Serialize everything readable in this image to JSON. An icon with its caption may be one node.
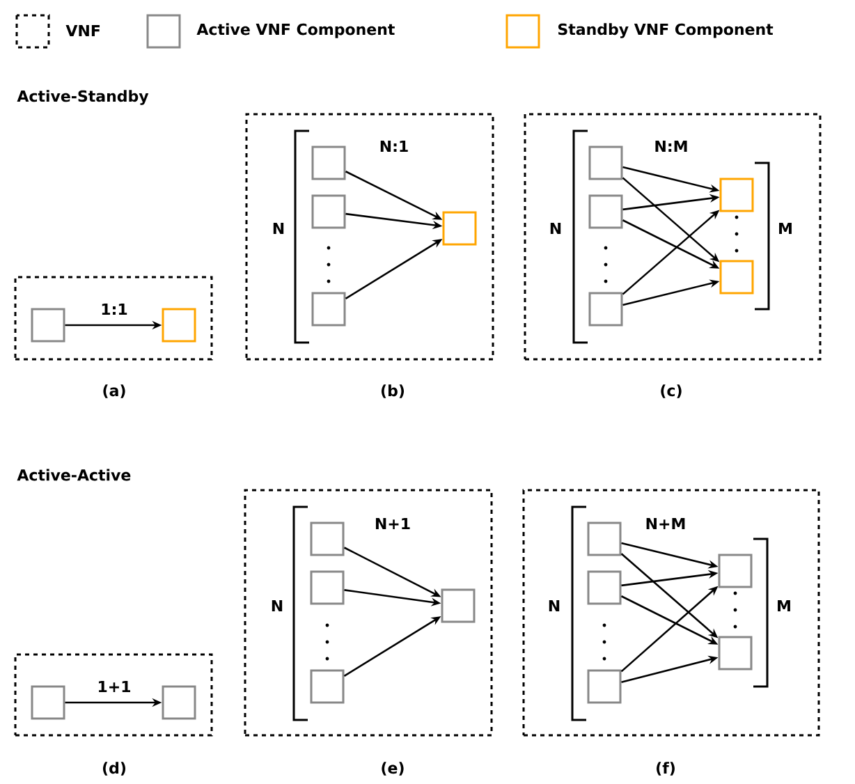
{
  "diagram": {
    "nodes": [
      {
        "text": [
          "1:1"
        ],
        "beside": [
          "(a)"
        ]
      },
      {
        "text": [],
        "shape": "box",
        "in": 0
      },
      {
        "text": [],
        "shape": "box",
        "in": 0
      },
      {
        "text": [
          "N:1"
        ],
        "beside": [
          "(b)"
        ]
      },
      {
        "text": [],
        "shape": "box",
        "in": 3
      },
      {
        "text": [],
        "shape": "box",
        "in": 3
      },
      {
        "text": [],
        "shape": "box",
        "in": 3
      },
      {
        "text": [],
        "shape": "box",
        "in": 3
      },
      {
        "text": [
          "N:M"
        ],
        "beside": [
          "(c)"
        ]
      },
      {
        "text": [],
        "shape": "box",
        "in": 8
      },
      {
        "text": [],
        "shape": "box",
        "in": 8
      },
      {
        "text": [],
        "shape": "box",
        "in": 8
      },
      {
        "text": [],
        "shape": "box",
        "in": 8
      },
      {
        "text": [],
        "shape": "box",
        "in": 8
      },
      {
        "text": [
          "1+1"
        ],
        "beside": [
          "(d)"
        ]
      },
      {
        "text": [],
        "shape": "box",
        "in": 14
      },
      {
        "text": [],
        "shape": "box",
        "in": 14
      },
      {
        "text": [
          "N+1"
        ],
        "beside": [
          "(e)"
        ]
      },
      {
        "text": [],
        "shape": "box",
        "in": 17
      },
      {
        "text": [],
        "shape": "box",
        "in": 17
      },
      {
        "text": [],
        "shape": "box",
        "in": 17
      },
      {
        "text": [],
        "shape": "box",
        "in": 17
      },
      {
        "text": [
          "N+M"
        ],
        "beside": [
          "(f)"
        ]
      },
      {
        "text": [],
        "shape": "box",
        "in": 22
      },
      {
        "text": [],
        "shape": "box",
        "in": 22
      },
      {
        "text": [],
        "shape": "box",
        "in": 22
      },
      {
        "text": [],
        "shape": "box",
        "in": 22
      },
      {
        "text": [],
        "shape": "box",
        "in": 22
      }
    ],
    "edges": [
      {
        "from": 1,
        "to": 2,
        "arrow": "to"
      },
      {
        "from": 4,
        "to": 7,
        "arrow": "to"
      },
      {
        "from": 5,
        "to": 7,
        "arrow": "to"
      },
      {
        "from": 6,
        "to": 7,
        "arrow": "to"
      },
      {
        "from": 9,
        "to": 12,
        "arrow": "to"
      },
      {
        "from": 9,
        "to": 13,
        "arrow": "to"
      },
      {
        "from": 10,
        "to": 12,
        "arrow": "to"
      },
      {
        "from": 10,
        "to": 13,
        "arrow": "to"
      },
      {
        "from": 11,
        "to": 12,
        "arrow": "to"
      },
      {
        "from": 11,
        "to": 13,
        "arrow": "to"
      },
      {
        "from": 15,
        "to": 16,
        "arrow": "to"
      },
      {
        "from": 18,
        "to": 21,
        "arrow": "to"
      },
      {
        "from": 19,
        "to": 21,
        "arrow": "to"
      },
      {
        "from": 20,
        "to": 21,
        "arrow": "to"
      },
      {
        "from": 23,
        "to": 26,
        "arrow": "to"
      },
      {
        "from": 23,
        "to": 27,
        "arrow": "to"
      },
      {
        "from": 24,
        "to": 26,
        "arrow": "to"
      },
      {
        "from": 24,
        "to": 27,
        "arrow": "to"
      },
      {
        "from": 25,
        "to": 26,
        "arrow": "to"
      },
      {
        "from": 25,
        "to": 27,
        "arrow": "to"
      }
    ],
    "labels": [
      "Active-Standby",
      "N",
      "N",
      "M",
      "Active-Active",
      "N",
      "N",
      "M"
    ],
    "legend": [
      {
        "text": "VNF"
      },
      {
        "text": "Active VNF Component"
      },
      {
        "text": "Standby VNF Component"
      }
    ]
  }
}
